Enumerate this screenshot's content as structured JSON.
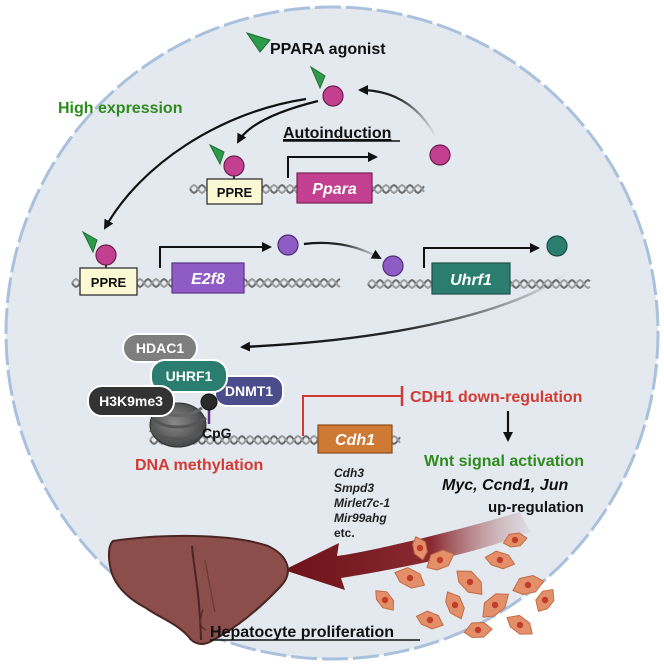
{
  "labels": {
    "agonist": "PPARA agonist",
    "high_expression": "High expression",
    "autoinduction": "Autoinduction",
    "ppre_1": "PPRE",
    "ppre_2": "PPRE",
    "gene_ppara": "Ppara",
    "gene_e2f8": "E2f8",
    "gene_uhrf1": "Uhrf1",
    "hdac1": "HDAC1",
    "uhrf1": "UHRF1",
    "dnmt1": "DNMT1",
    "h3k9me3": "H3K9me3",
    "cpg": "CpG",
    "dna_methylation": "DNA methylation",
    "gene_cdh1": "Cdh1",
    "cdh1_down": "CDH1 down-regulation",
    "wnt": "Wnt signal activation",
    "myc_line": "Myc, Ccnd1, Jun",
    "upregulation": "up-regulation",
    "hepatocyte": "Hepatocyte proliferation",
    "targets": [
      "Cdh3",
      "Smpd3",
      "Mirlet7c-1",
      "Mir99ahg",
      "etc."
    ]
  },
  "colors": {
    "circle_fill": "#e3e9ef",
    "circle_stroke": "#a9c1dd",
    "agonist_green": "#2e9b4a",
    "ppara_magenta": "#c2408f",
    "e2f8_purple": "#8f5bc4",
    "uhrf1_teal": "#2b7d70",
    "ppre_fill": "#fbf8d4",
    "red": "#d23b34",
    "cdh1_orange": "#cf7a34",
    "green_text": "#2e8b1e",
    "liver": "#8b4e4a",
    "cells": "#e3906a",
    "dark_red_arrow": "#6b1218",
    "hdac1": "#7e7e7e",
    "dnmt1": "#4a4c8c",
    "h3k9me3": "#333333"
  }
}
